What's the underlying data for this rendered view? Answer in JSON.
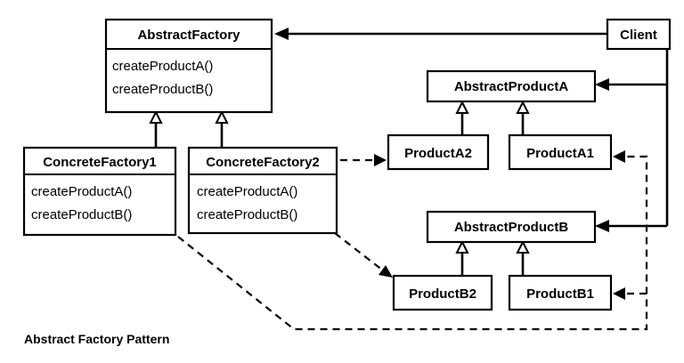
{
  "caption": "Abstract Factory Pattern",
  "classes": {
    "abstract_factory": {
      "name": "AbstractFactory",
      "methods": [
        "createProductA()",
        "createProductB()"
      ]
    },
    "concrete_factory1": {
      "name": "ConcreteFactory1",
      "methods": [
        "createProductA()",
        "createProductB()"
      ]
    },
    "concrete_factory2": {
      "name": "ConcreteFactory2",
      "methods": [
        "createProductA()",
        "createProductB()"
      ]
    },
    "client": {
      "name": "Client"
    },
    "abstract_product_a": {
      "name": "AbstractProductA"
    },
    "product_a1": {
      "name": "ProductA1"
    },
    "product_a2": {
      "name": "ProductA2"
    },
    "abstract_product_b": {
      "name": "AbstractProductB"
    },
    "product_b1": {
      "name": "ProductB1"
    },
    "product_b2": {
      "name": "ProductB2"
    }
  }
}
